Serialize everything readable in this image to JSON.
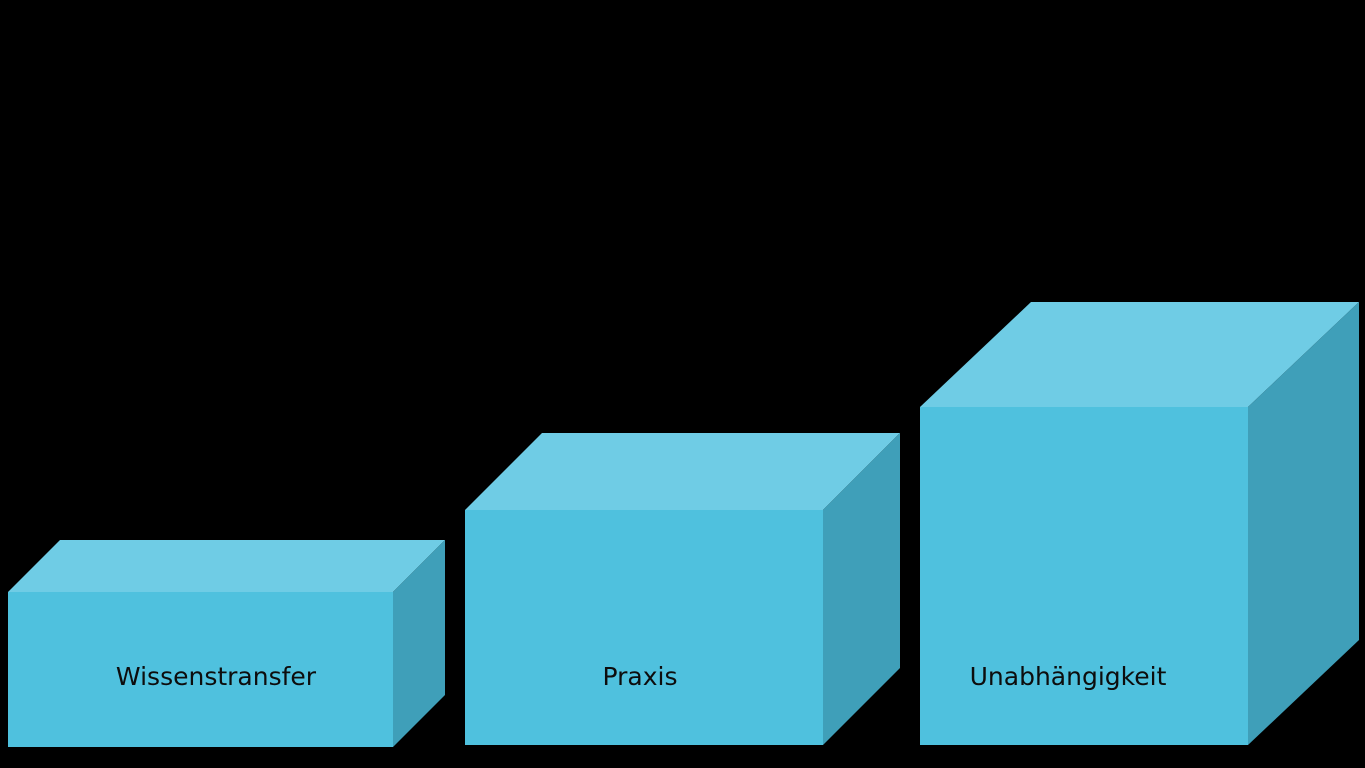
{
  "chart_data": {
    "type": "bar",
    "title": "",
    "subtitle": "",
    "xlabel": "",
    "ylabel": "",
    "grid": false,
    "legend": null,
    "style": "3d-isometric-bars",
    "background_color": "#000000",
    "categories": [
      "Wissenstransfer",
      "Praxis",
      "Unabhängigkeit"
    ],
    "values": [
      1,
      2,
      3
    ],
    "value_unit": "relative height",
    "ylim": [
      0,
      3.3
    ],
    "bar_colors": {
      "front": "#4FC1DE",
      "top": "#6FCCE5",
      "side": "#3F9FB9"
    },
    "label_color": "#0d0d0d",
    "labels_inside_bars": true
  },
  "bars": [
    {
      "label": "Wissenstransfer",
      "value": 1,
      "front_x": 8,
      "front_y": 592,
      "front_w": 385,
      "front_h": 155,
      "depth_x": 52,
      "depth_y": 52,
      "label_x": 216,
      "label_y": 685
    },
    {
      "label": "Praxis",
      "value": 2,
      "front_x": 465,
      "front_y": 510,
      "front_w": 358,
      "front_h": 235,
      "depth_x": 77,
      "depth_y": 77,
      "label_x": 640,
      "label_y": 685
    },
    {
      "label": "Unabhängigkeit",
      "value": 3,
      "front_x": 920,
      "front_y": 407,
      "front_w": 328,
      "front_h": 338,
      "depth_x": 111,
      "depth_y": 105,
      "label_x": 1068,
      "label_y": 685
    }
  ]
}
